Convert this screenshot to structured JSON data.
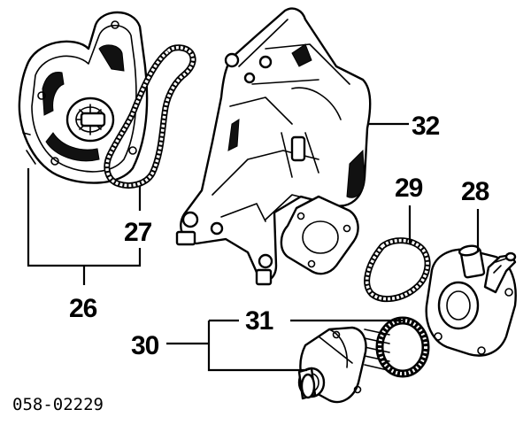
{
  "diagram": {
    "callouts": {
      "c26": "26",
      "c27": "27",
      "c28": "28",
      "c29": "29",
      "c30": "30",
      "c31": "31",
      "c32": "32"
    },
    "drawing_code": "058-02229"
  }
}
